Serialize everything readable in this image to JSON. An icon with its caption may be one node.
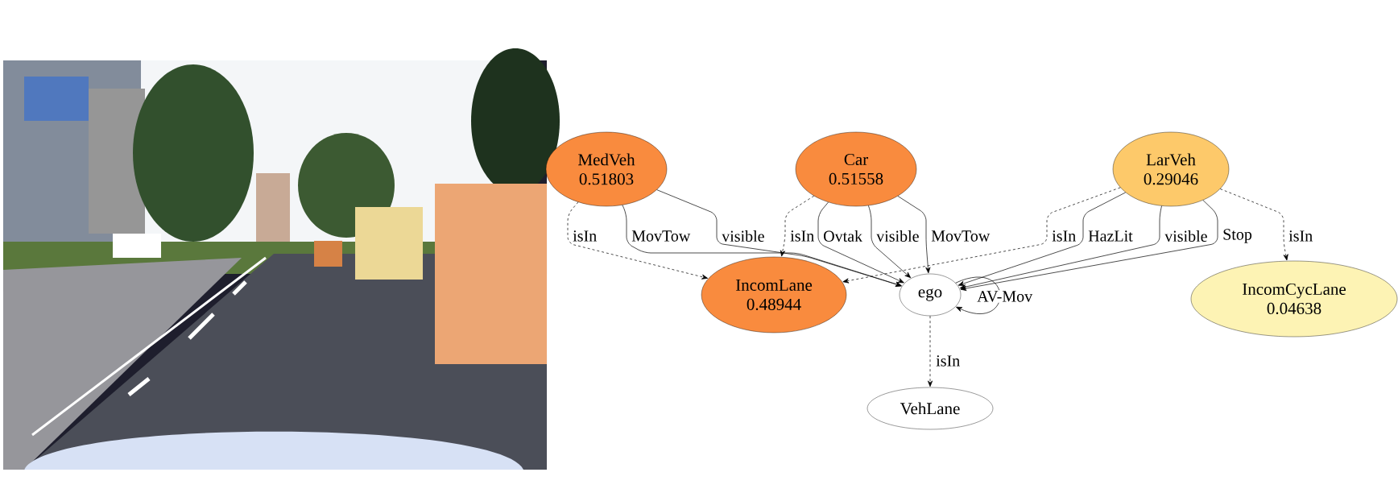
{
  "diagram": {
    "nodes": [
      {
        "text": [
          "MedVeh",
          "0.51803"
        ]
      },
      {
        "text": [
          "Car",
          "0.51558"
        ]
      },
      {
        "text": [
          "LarVeh",
          "0.29046"
        ]
      },
      {
        "text": [
          "IncomLane",
          "0.48944"
        ]
      },
      {
        "text": [
          "ego"
        ]
      },
      {
        "text": [
          "IncomCycLane",
          "0.04638"
        ]
      },
      {
        "text": [
          "VehLane"
        ]
      }
    ],
    "edges": [
      {
        "from": 0,
        "to": 3,
        "arrow": "to",
        "label": "isIn",
        "style": "dashed"
      },
      {
        "from": 0,
        "to": 4,
        "arrow": "to",
        "label": "MovTow"
      },
      {
        "from": 0,
        "to": 4,
        "arrow": "to",
        "label": "visible"
      },
      {
        "from": 1,
        "to": 3,
        "arrow": "to",
        "label": "isIn",
        "style": "dashed"
      },
      {
        "from": 1,
        "to": 4,
        "arrow": "to",
        "label": "Ovtak"
      },
      {
        "from": 1,
        "to": 4,
        "arrow": "to",
        "label": "visible"
      },
      {
        "from": 1,
        "to": 4,
        "arrow": "to",
        "label": "MovTow"
      },
      {
        "from": 2,
        "to": 3,
        "arrow": "to",
        "label": "isIn",
        "style": "dashed"
      },
      {
        "from": 2,
        "to": 4,
        "arrow": "to",
        "label": "HazLit"
      },
      {
        "from": 2,
        "to": 4,
        "arrow": "to",
        "label": "visible"
      },
      {
        "from": 2,
        "to": 4,
        "arrow": "to",
        "label": "Stop"
      },
      {
        "from": 2,
        "to": 5,
        "arrow": "to",
        "label": "isIn",
        "style": "dashed"
      },
      {
        "from": 4,
        "to": 4,
        "arrow": "to",
        "label": "AV-Mov"
      },
      {
        "from": 4,
        "to": 6,
        "arrow": "to",
        "label": "isIn",
        "style": "dashed"
      }
    ]
  }
}
